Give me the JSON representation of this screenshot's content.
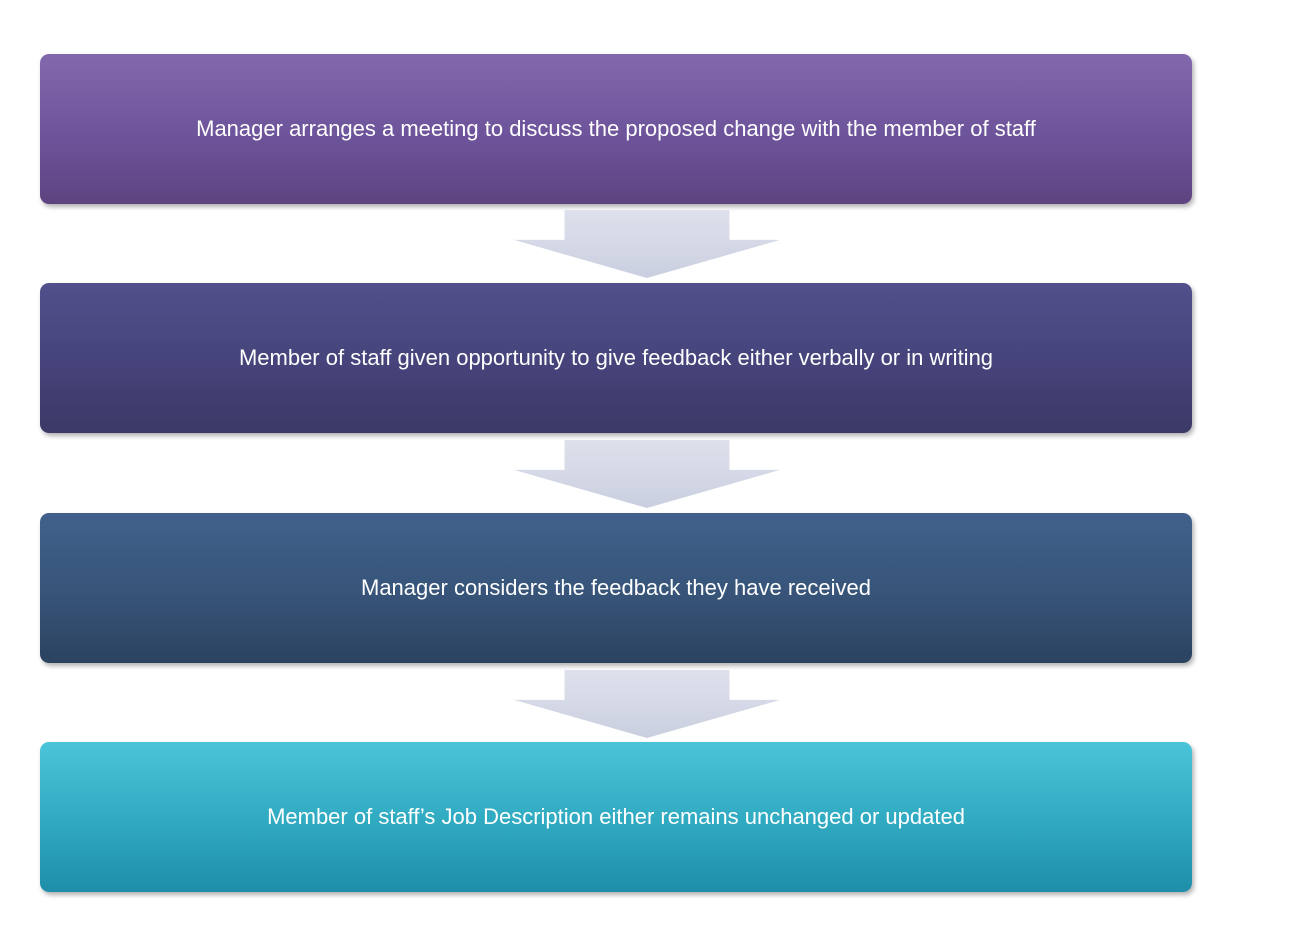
{
  "diagram": {
    "type": "process-flow",
    "arrow_color": "#d5d8e6",
    "background_color": "#ffffff",
    "steps": [
      {
        "label": "Manager arranges a meeting to discuss the proposed change with the member of staff",
        "color_top": "#8268ac",
        "color_bottom": "#5d4480",
        "text_color": "#ffffff"
      },
      {
        "label": "Member of staff given opportunity to give feedback either verbally or in writing",
        "color_top": "#52508a",
        "color_bottom": "#3b3965",
        "text_color": "#ffffff"
      },
      {
        "label": "Manager considers the feedback they have received",
        "color_top": "#41618c",
        "color_bottom": "#2b4260",
        "text_color": "#ffffff"
      },
      {
        "label": "Member of staff’s Job Description either remains unchanged or updated",
        "color_top": "#49c4d8",
        "color_bottom": "#1f8ea8",
        "text_color": "#ffffff"
      }
    ]
  }
}
